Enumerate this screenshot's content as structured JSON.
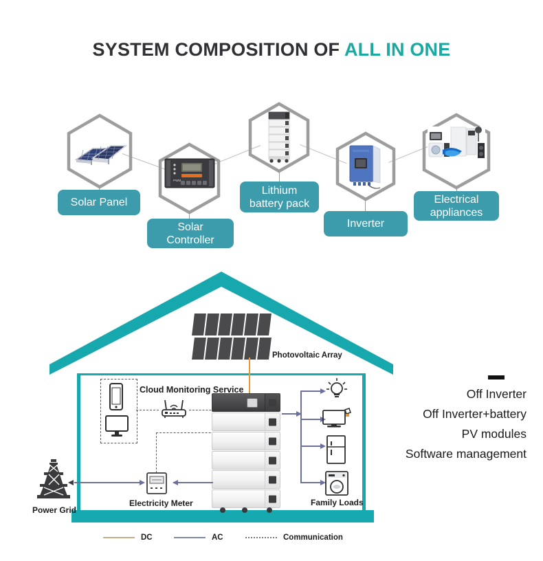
{
  "title": {
    "main": "SYSTEM COMPOSITION OF ",
    "accent": "ALL IN ONE",
    "accent_color": "#1aa9a0"
  },
  "theme": {
    "teal": "#3c9cac",
    "house_teal": "#17a8ae",
    "hex_stroke": "#9a9a9a",
    "dc_color": "#e39a34",
    "ac_color": "#6b6f9c"
  },
  "flow": {
    "nodes": [
      {
        "id": "solar-panel",
        "label": "Solar Panel",
        "icon": "solar-panel-icon"
      },
      {
        "id": "solar-controller",
        "label": "Solar\nController",
        "icon": "solar-controller-icon"
      },
      {
        "id": "lithium-battery-pack",
        "label": "Lithium\nbattery pack",
        "icon": "battery-stack-icon"
      },
      {
        "id": "inverter",
        "label": "Inverter",
        "icon": "inverter-icon"
      },
      {
        "id": "electrical-appliances",
        "label": "Electrical\nappliances",
        "icon": "appliances-icon"
      }
    ]
  },
  "diagram": {
    "photovoltaic_array": "Photovoltaic Array",
    "cloud_monitoring": "Cloud Monitoring Service",
    "electricity_meter": "Electricity Meter",
    "family_loads": "Family Loads",
    "power_grid": "Power Grid",
    "pv_rows": 2,
    "pv_cols": 6,
    "battery_modules": 6,
    "load_icons": [
      "light-bulb-icon",
      "tv-icon",
      "refrigerator-icon",
      "washing-machine-icon"
    ],
    "monitor_icons": [
      "smartphone-icon",
      "desktop-monitor-icon",
      "wifi-router-icon"
    ]
  },
  "features": {
    "items": [
      "Off Inverter",
      "Off Inverter+battery",
      "PV modules",
      "Software management"
    ]
  },
  "legend": {
    "items": [
      {
        "label": "DC",
        "style": "dc"
      },
      {
        "label": "AC",
        "style": "ac"
      },
      {
        "label": "Communication",
        "style": "cm"
      }
    ]
  }
}
